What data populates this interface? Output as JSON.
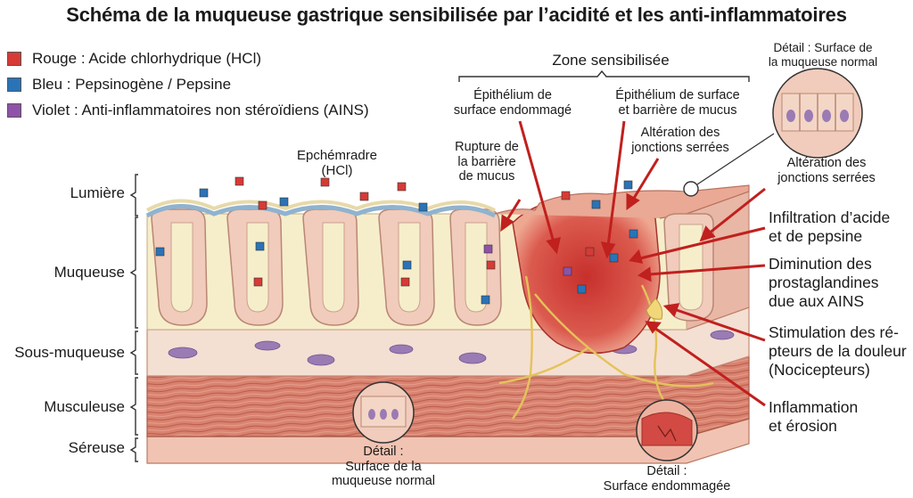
{
  "title": "Schéma de la muqueuse gastrique sensibilisée par l’acidité et les anti-inflammatoires",
  "legend": [
    {
      "label": "Rouge : Acide chlorhydrique (HCl)",
      "color": "#d83a35"
    },
    {
      "label": "Bleu :  Pepsinogène / Pepsine",
      "color": "#2a73b8"
    },
    {
      "label": "Violet : Anti-inflammatoires non stéroïdiens (AINS)",
      "color": "#8e52a8"
    }
  ],
  "layers": {
    "lumen": "Lumière",
    "mucosa": "Muqueuse",
    "submucosa": "Sous-muqueuse",
    "muscularis": "Musculeuse",
    "serosa": "Séreuse"
  },
  "zone_label": "Zone sensibilisée",
  "labels": {
    "hcl_line1": "Epchémradre",
    "hcl_line2": "(HCl)",
    "damaged_epithelium_1": "Épithélium de",
    "damaged_epithelium_2": "surface endommagé",
    "surface_epithelium_1": "Épithélium de surface",
    "surface_epithelium_2": "et barrière de mucus",
    "junction_alt_1": "Altération des",
    "junction_alt_2": "jonctions serrées",
    "mucus_rupture_1": "Rupture de",
    "mucus_rupture_2": "la barrière",
    "mucus_rupture_3": "de mucus"
  },
  "detail_top": {
    "line1": "Détail : Surface de",
    "line2": "la muqueuse normal"
  },
  "detail_left": {
    "line1": "Détail :",
    "line2": "Surface de la",
    "line3": "muqueuse normal"
  },
  "detail_bottom": {
    "line1": "Détail :",
    "line2": "Surface endommagée"
  },
  "right_labels": {
    "junctions_1": "Altération des",
    "junctions_2": "jonctions serrées",
    "infiltration_1": "Infiltration d’acide",
    "infiltration_2": "et de pepsine",
    "prostaglandins_1": "Diminution des",
    "prostaglandins_2": "prostaglandines",
    "prostaglandins_3": "due aux AINS",
    "pain_1": "Stimulation des ré-",
    "pain_2": "pteurs de la douleur",
    "pain_3": "(Nocicepteurs)",
    "inflammation_1": "Inflammation",
    "inflammation_2": "et érosion"
  },
  "colors": {
    "hcl": "#d83a35",
    "pepsin": "#2a73b8",
    "nsaid": "#8e52a8",
    "arrow": "#c0201e",
    "mucosa": "#f1cbbb",
    "lamina": "#f6eecb",
    "muscle": "#d9826f",
    "lesion": "#d24a43"
  }
}
